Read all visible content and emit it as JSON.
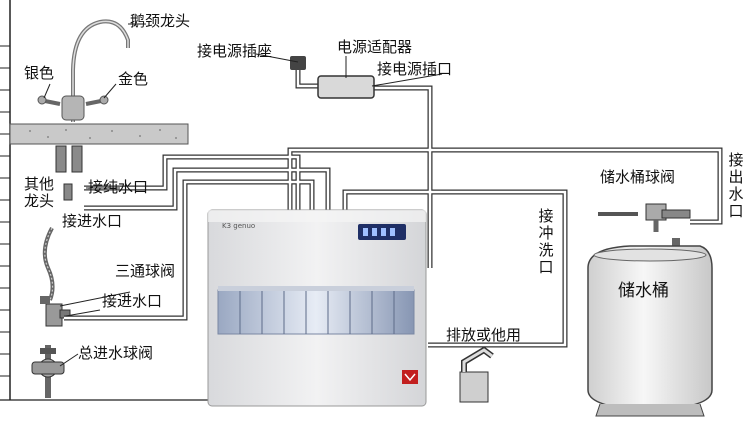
{
  "labels": {
    "faucet_gooseneck": "鹅颈龙头",
    "silver": "银色",
    "gold": "金色",
    "power_socket": "接电源插座",
    "power_adapter": "电源适配器",
    "power_port": "接电源插口",
    "other_faucet": "其他龙头",
    "pure_water_port": "接纯水口",
    "inlet_port_upper": "接进水口",
    "tee_ball_valve": "三通球阀",
    "inlet_port_lower": "接进水口",
    "main_inlet_valve": "总进水球阀",
    "tank_ball_valve": "储水桶球阀",
    "outlet_port": "接出水口",
    "flush_port": "接冲洗口",
    "drain": "排放或他用",
    "storage_tank": "储水桶"
  },
  "device": {
    "brand": "K3 genuo"
  },
  "colors": {
    "pipe": "#333333",
    "line": "#222222",
    "device_body": "#e9eaec",
    "counter": "#c9c9c9",
    "tank": "#ededed"
  }
}
